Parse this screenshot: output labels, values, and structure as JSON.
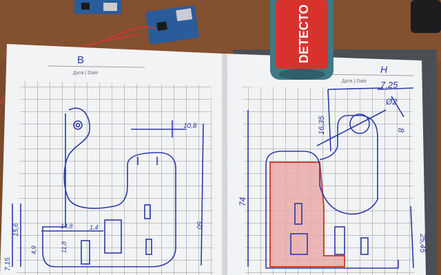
{
  "left_page": {
    "letter": "B",
    "date_label": "Дата | Date",
    "dims": {
      "top_right": "10,8",
      "right_side": "50",
      "bottom_a": "14,8",
      "bottom_b": "1,4",
      "bottom_c": "11,8",
      "bottom_d": "4,9",
      "left_a": "7,15",
      "left_b": "15,6"
    }
  },
  "right_page": {
    "letter": "H",
    "date_label": "Дата | Date",
    "dims": {
      "top_a": "7,25",
      "top_b": "Ø2",
      "top_c": "8",
      "left_a": "16,35",
      "left_b": "74",
      "right_a": "25,45"
    }
  },
  "badge": {
    "text": "DETECTO"
  },
  "colors": {
    "table": "#7a4a2c",
    "paper": "#f2f3f4",
    "grid": "#8a8f98",
    "ink": "#2a3aa8",
    "red_ink": "#d0443a",
    "badge_red": "#d8322c",
    "board_blue": "#2a5b9a"
  }
}
